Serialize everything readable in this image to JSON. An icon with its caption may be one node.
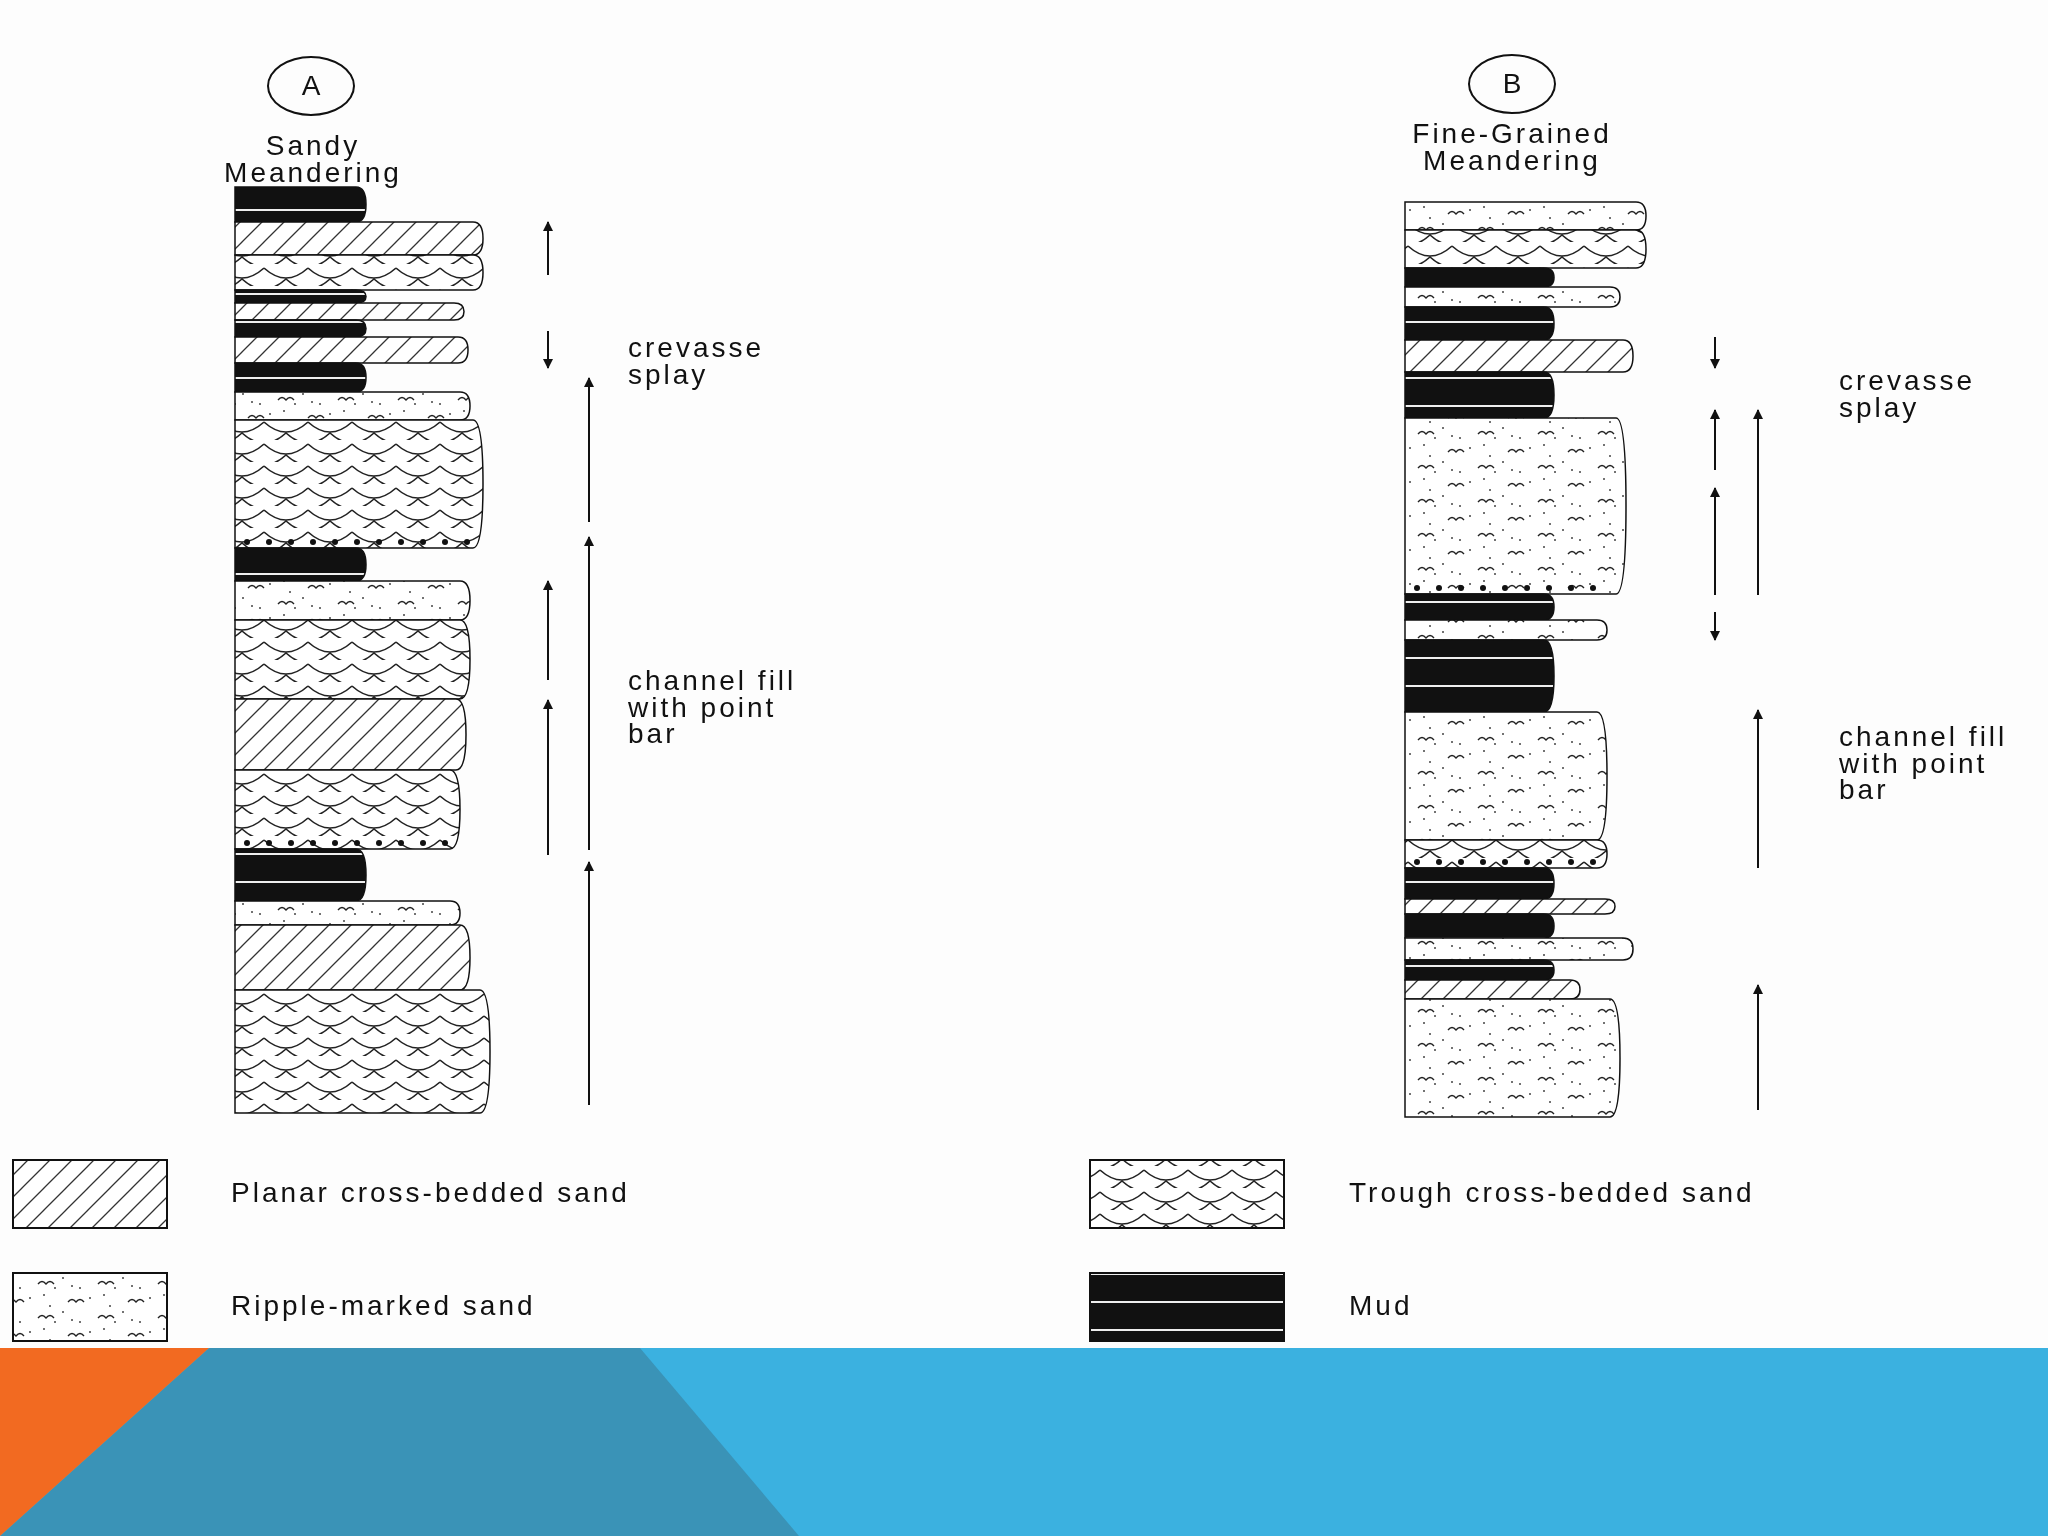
{
  "diagram": {
    "nodes": [
      {
        "text": [
          "A"
        ]
      },
      {
        "text": [
          "B"
        ]
      }
    ],
    "edges": [],
    "labels": [
      "Sandy Meandering",
      "Fine-Grained Meandering",
      "crevasse splay",
      "crevasse splay",
      "channel fill with point bar",
      "channel fill with point bar"
    ],
    "legend": [
      {
        "text": "Planar cross-bedded sand"
      },
      {
        "text": "Trough cross-bedded sand"
      },
      {
        "text": "Ripple-marked sand"
      },
      {
        "text": "Mud"
      }
    ]
  }
}
